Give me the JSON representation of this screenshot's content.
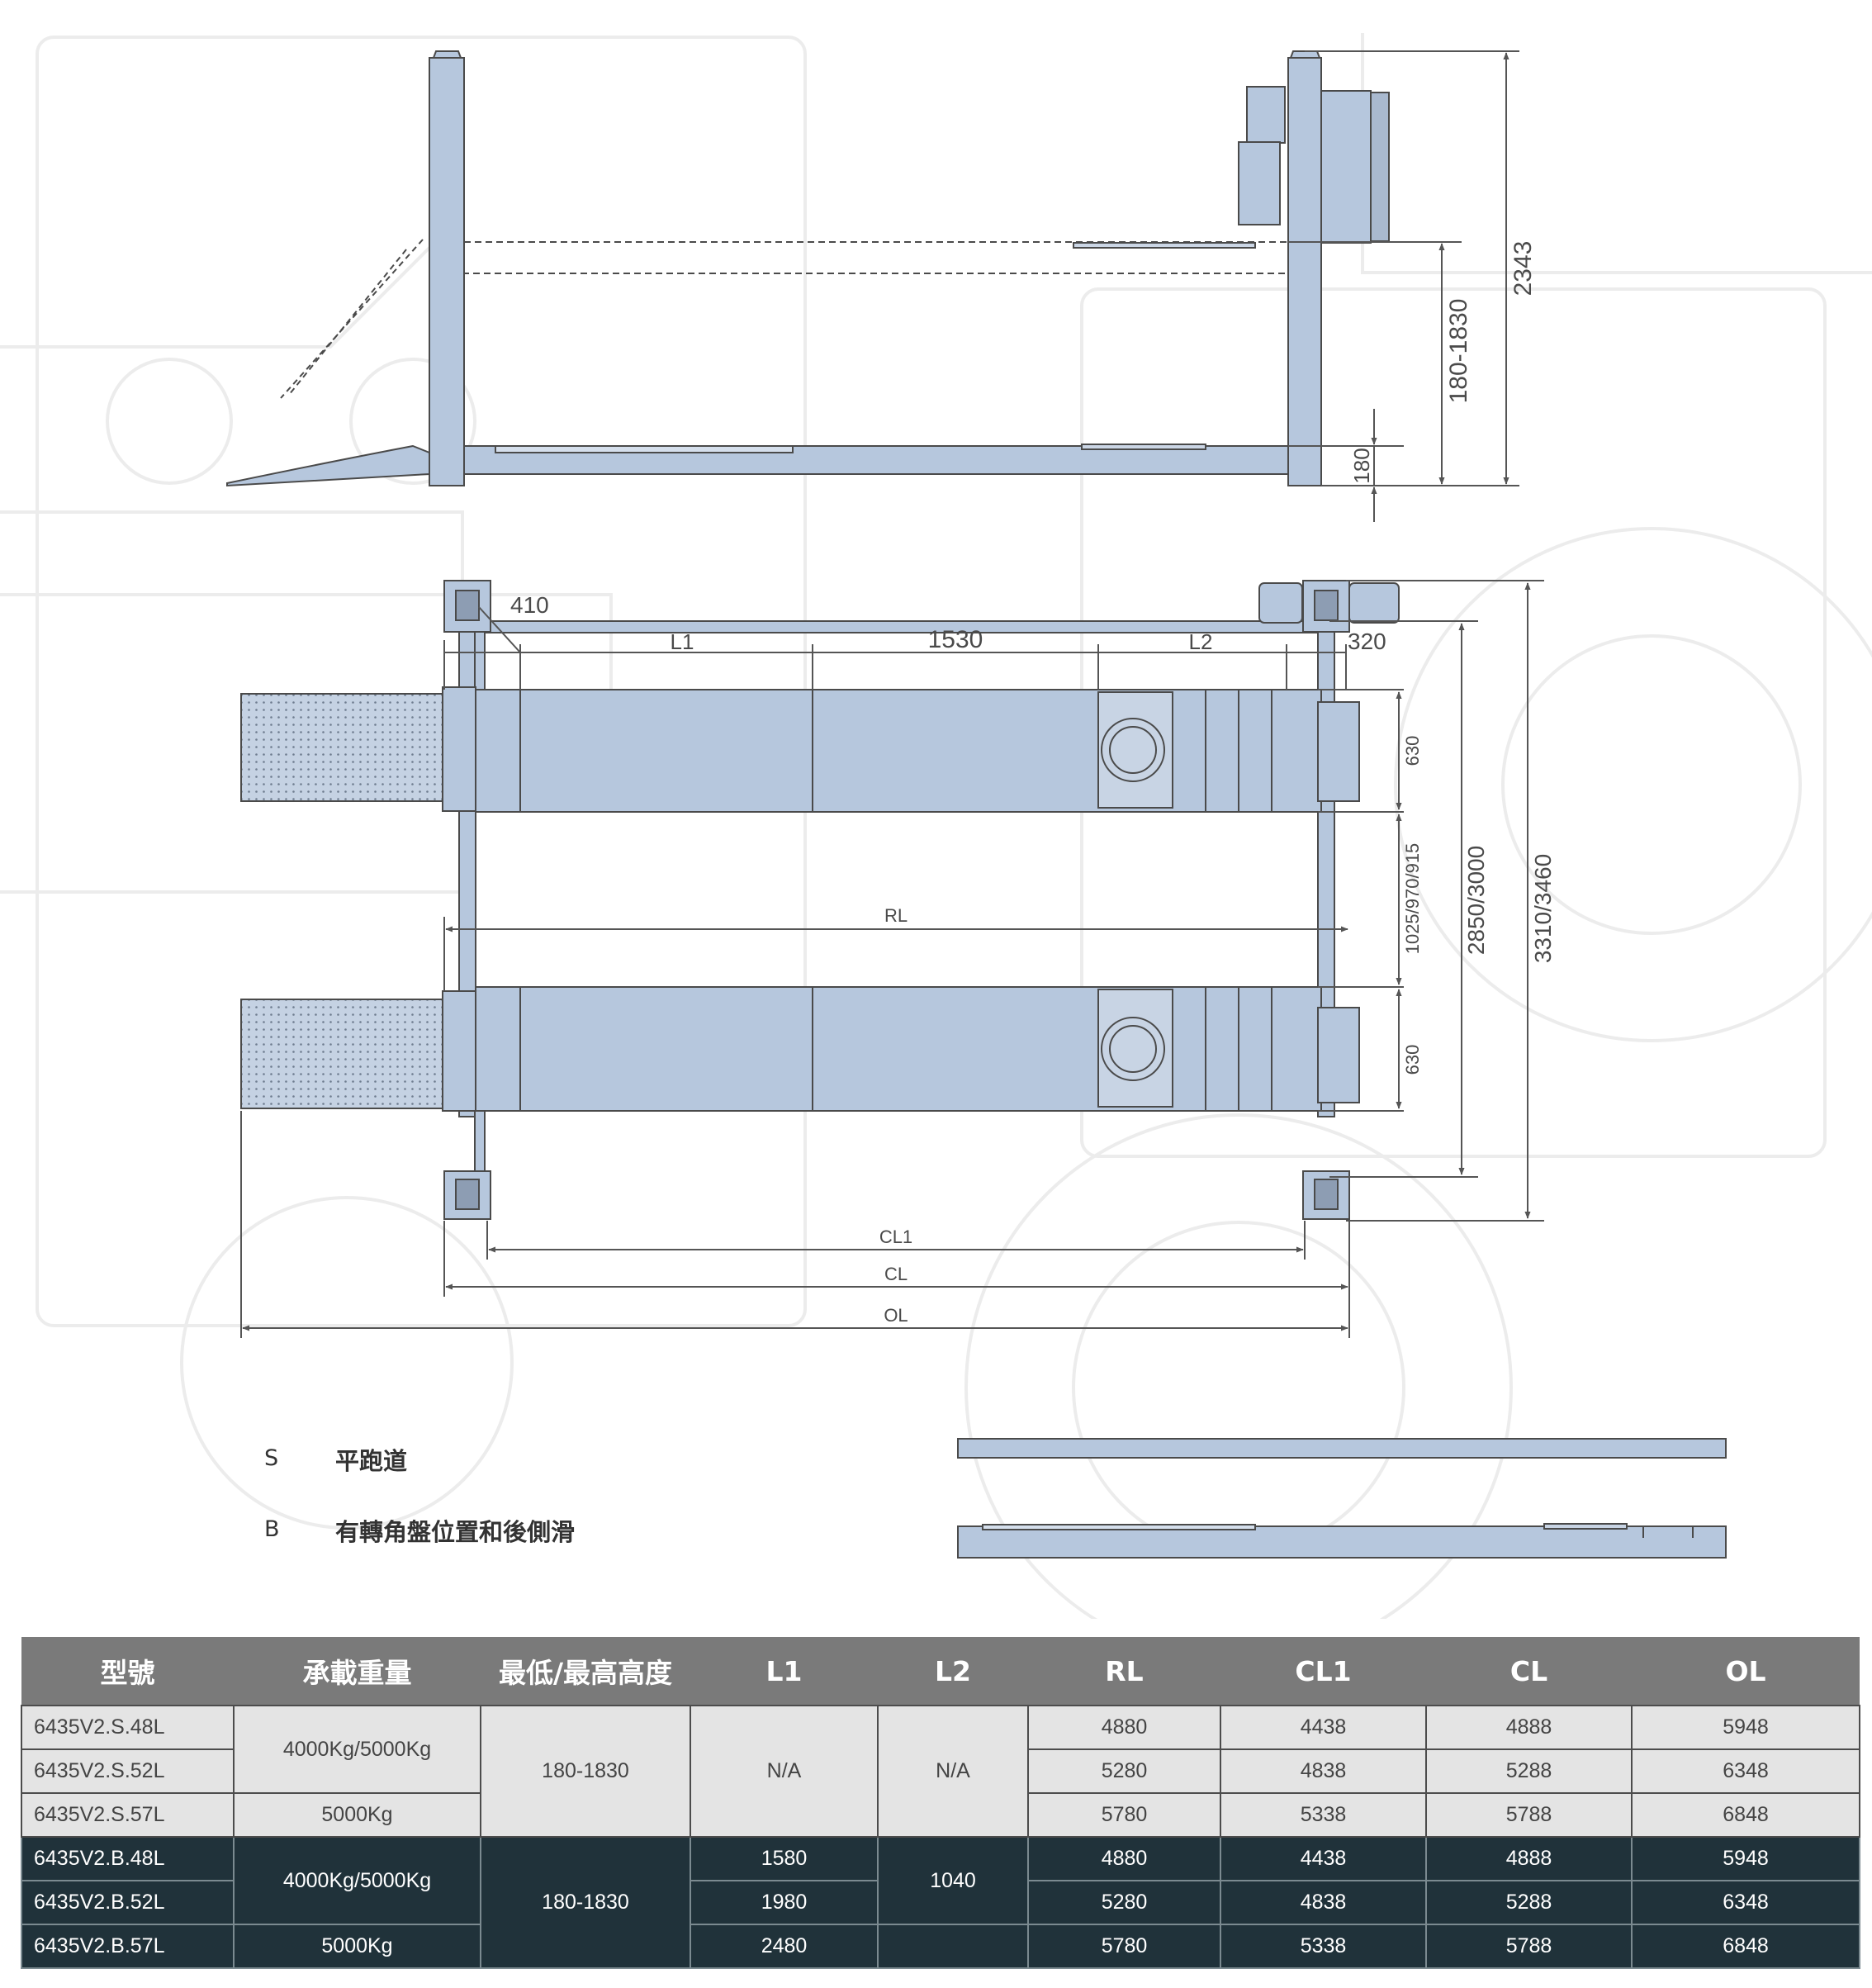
{
  "dimensions": {
    "side_total_height": "2343",
    "side_lift_range": "180-1830",
    "side_low_height": "180",
    "top_410": "410",
    "top_L1": "L1",
    "top_1530": "1530",
    "top_L2": "L2",
    "top_320": "320",
    "runway_width_1": "630",
    "runway_width_2": "630",
    "runway_gap": "1025/970/915",
    "inner_width": "2850/3000",
    "outer_width": "3310/3460",
    "RL": "RL",
    "CL1": "CL1",
    "CL": "CL",
    "OL": "OL"
  },
  "legend": [
    {
      "key": "S",
      "text": "平跑道"
    },
    {
      "key": "B",
      "text": "有轉角盤位置和後側滑"
    }
  ],
  "table": {
    "headers": [
      "型號",
      "承載重量",
      "最低/最高高度",
      "L1",
      "L2",
      "RL",
      "CL1",
      "CL",
      "OL"
    ],
    "s_group": {
      "models": [
        "6435V2.S.48L",
        "6435V2.S.52L",
        "6435V2.S.57L"
      ],
      "capacity_a": "4000Kg/5000Kg",
      "capacity_b": "5000Kg",
      "height": "180-1830",
      "l1": "N/A",
      "l2": "N/A",
      "rl": [
        "4880",
        "5280",
        "5780"
      ],
      "cl1": [
        "4438",
        "4838",
        "5338"
      ],
      "cl": [
        "4888",
        "5288",
        "5788"
      ],
      "ol": [
        "5948",
        "6348",
        "6848"
      ]
    },
    "b_group": {
      "models": [
        "6435V2.B.48L",
        "6435V2.B.52L",
        "6435V2.B.57L"
      ],
      "capacity_a": "4000Kg/5000Kg",
      "capacity_b": "5000Kg",
      "height": "180-1830",
      "l1": [
        "1580",
        "1980",
        "2480"
      ],
      "l2": "1040",
      "rl": [
        "4880",
        "5280",
        "5780"
      ],
      "cl1": [
        "4438",
        "4838",
        "5338"
      ],
      "cl": [
        "4888",
        "5288",
        "5788"
      ],
      "ol": [
        "5948",
        "6348",
        "6848"
      ]
    }
  }
}
